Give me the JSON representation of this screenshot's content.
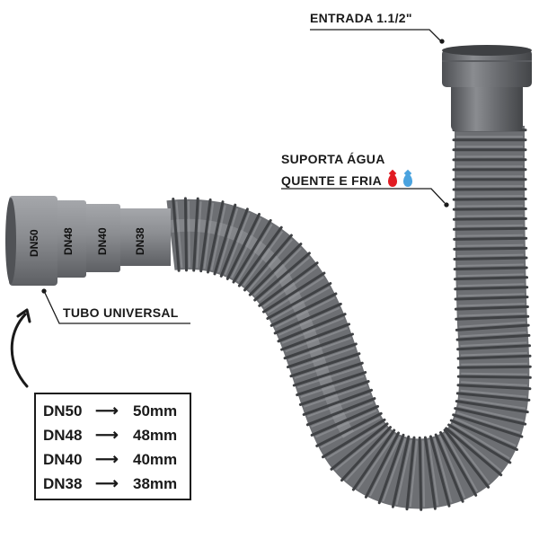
{
  "labels": {
    "entrada": "ENTRADA 1.1/2\"",
    "suporta_line1": "SUPORTA ÁGUA",
    "suporta_line2": "QUENTE E FRIA",
    "tubo": "TUBO UNIVERSAL"
  },
  "icons": {
    "hot_drop": "water-drop-red",
    "cold_drop": "water-drop-blue",
    "curved_arrow": "curved-arrow-up"
  },
  "colors": {
    "hot": "#e11b22",
    "cold": "#4aa3df",
    "pipe": "#6f7175",
    "text": "#1a1a1a"
  },
  "adapter_steps": [
    "DN50",
    "DN48",
    "DN40",
    "DN38"
  ],
  "sizes": [
    {
      "dn": "DN50",
      "arrow": "⟶",
      "mm": "50mm"
    },
    {
      "dn": "DN48",
      "arrow": "⟶",
      "mm": "48mm"
    },
    {
      "dn": "DN40",
      "arrow": "⟶",
      "mm": "40mm"
    },
    {
      "dn": "DN38",
      "arrow": "⟶",
      "mm": "38mm"
    }
  ]
}
